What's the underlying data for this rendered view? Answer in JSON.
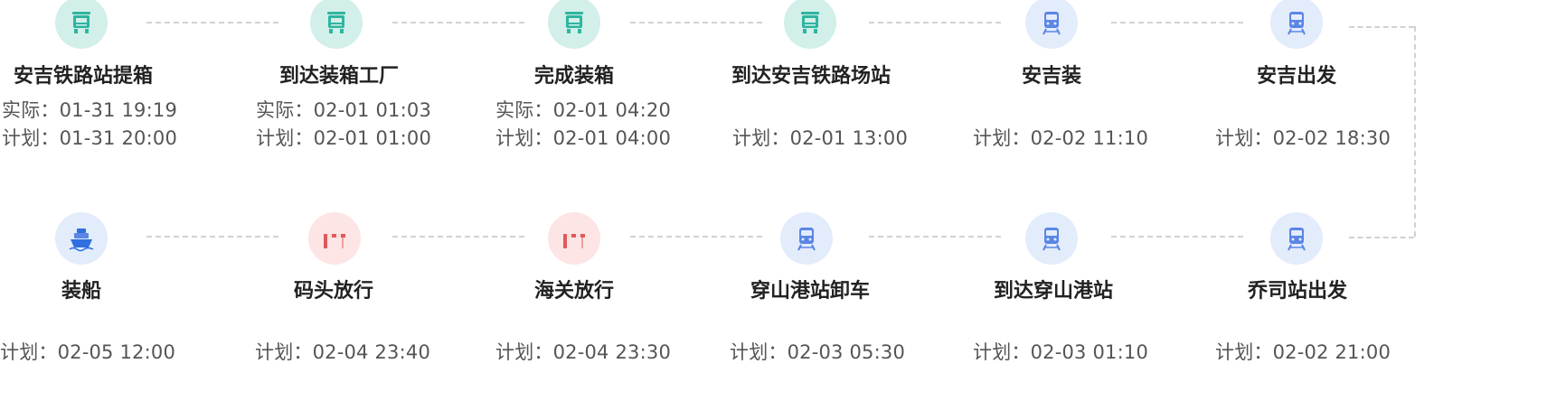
{
  "row1": [
    {
      "title": "安吉铁路站提箱",
      "actual": "实际：01-31 19:19",
      "plan": "计划：01-31 20:00",
      "icon": "truck-icon"
    },
    {
      "title": "到达装箱工厂",
      "actual": "实际：02-01 01:03",
      "plan": "计划：02-01 01:00",
      "icon": "truck-icon"
    },
    {
      "title": "完成装箱",
      "actual": "实际：02-01 04:20",
      "plan": "计划：02-01 04:00",
      "icon": "truck-icon"
    },
    {
      "title": "到达安吉铁路场站",
      "actual": "",
      "plan": "计划：02-01 13:00",
      "icon": "truck-icon"
    },
    {
      "title": "安吉装",
      "actual": "",
      "plan": "计划：02-02 11:10",
      "icon": "train-icon"
    },
    {
      "title": "安吉出发",
      "actual": "",
      "plan": "计划：02-02 18:30",
      "icon": "train-icon"
    }
  ],
  "row2": [
    {
      "title": "装船",
      "plan": "计划：02-05 12:00",
      "icon": "ship-icon"
    },
    {
      "title": "码头放行",
      "plan": "计划：02-04 23:40",
      "icon": "gate-icon"
    },
    {
      "title": "海关放行",
      "plan": "计划：02-04 23:30",
      "icon": "gate-icon"
    },
    {
      "title": "穿山港站卸车",
      "plan": "计划：02-03 05:30",
      "icon": "train-icon"
    },
    {
      "title": "到达穿山港站",
      "plan": "计划：02-03 01:10",
      "icon": "train-icon"
    },
    {
      "title": "乔司站出发",
      "plan": "计划：02-02 21:00",
      "icon": "train-icon"
    }
  ],
  "colors": {
    "truck_bg": "#d2efe9",
    "truck_fg": "#2fb5a0",
    "train_bg": "#e3ecfb",
    "train_fg": "#5b86e5",
    "ship_fg": "#2f6fe0",
    "gate_bg": "#fde5e5",
    "gate_fg": "#e05a5a",
    "dash": "#d2d2d2"
  }
}
